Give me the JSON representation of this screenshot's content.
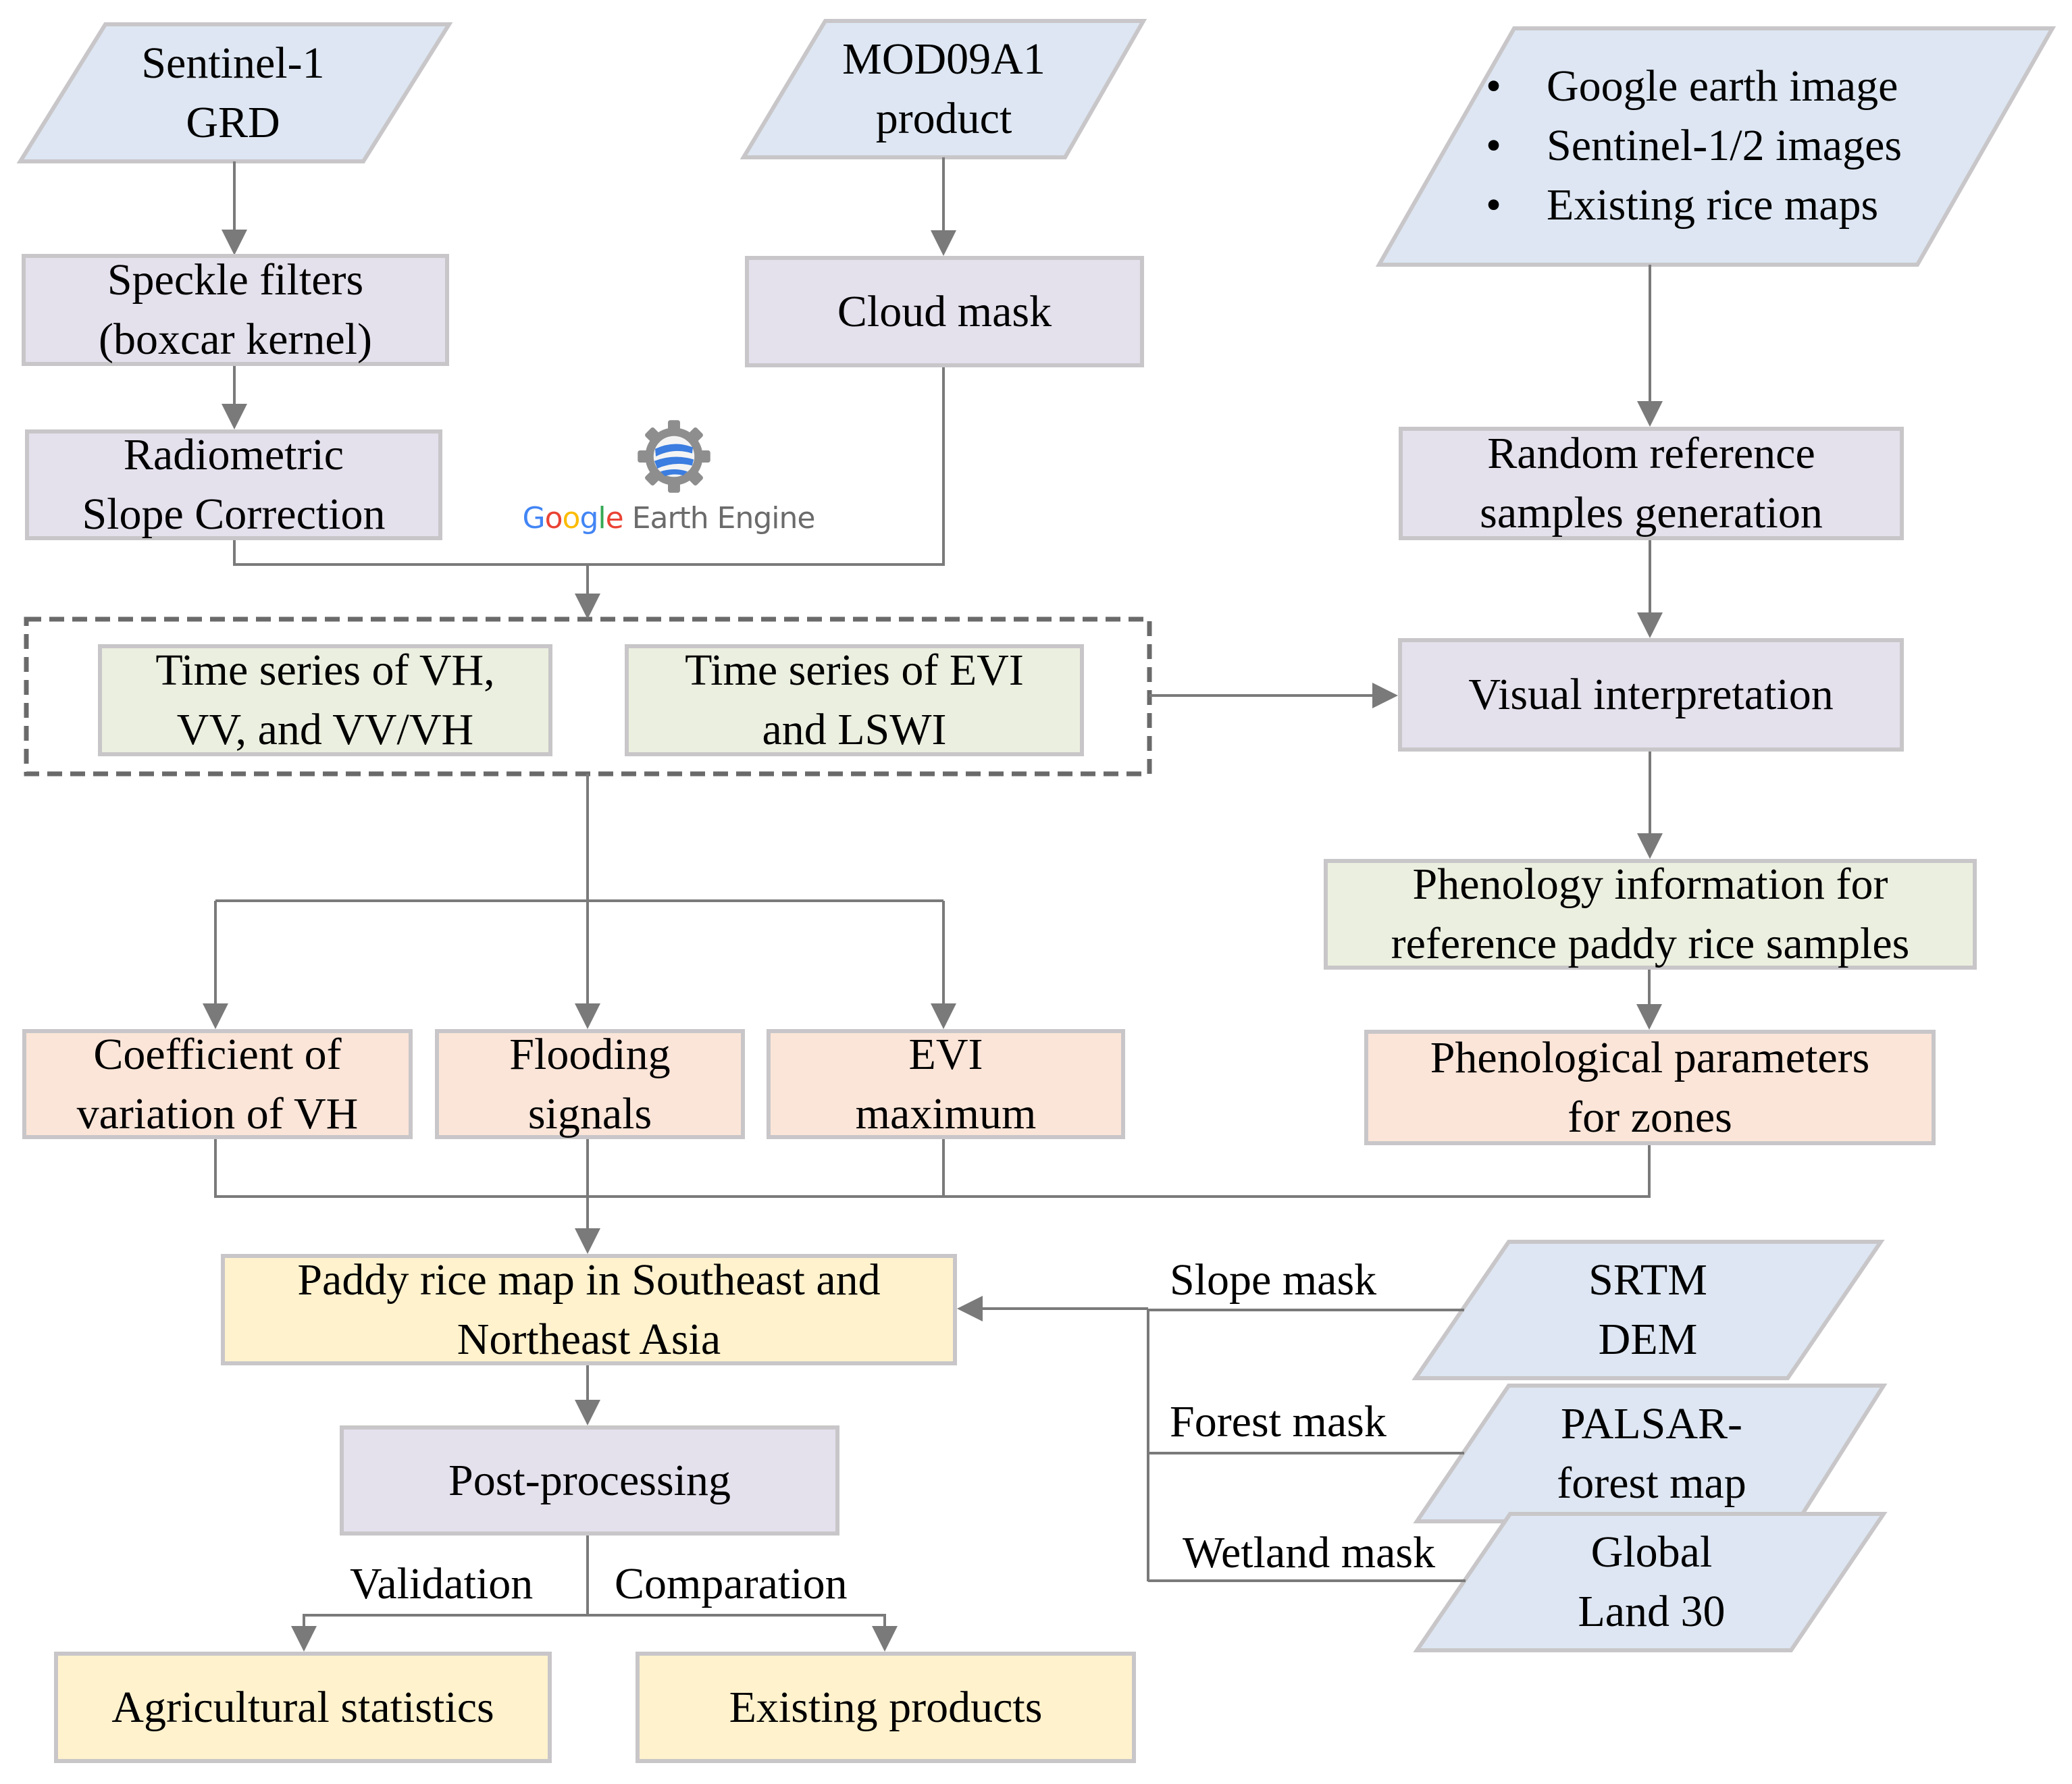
{
  "diagram": {
    "type": "flowchart",
    "title": "Paddy rice mapping workflow"
  },
  "colors": {
    "input_fill": "#dde6f2",
    "process_fill": "#e4e0ec",
    "timeseries_fill": "#ebefdf",
    "feature_fill": "#fbe5d8",
    "output_fill": "#fff2cd",
    "border": "#c8c6c8",
    "connector": "#7a7a7a",
    "dashed_group": "#6a6a6a"
  },
  "inputs": {
    "sentinel1": "Sentinel-1\nGRD",
    "mod09a1": "MOD09A1\nproduct",
    "reference_sources": [
      "Google earth image",
      "Sentinel-1/2 images",
      "Existing rice maps"
    ],
    "bullet": "•",
    "srtm": "SRTM\nDEM",
    "palsar": "PALSAR-\nforest map",
    "globeland": "Global\nLand 30"
  },
  "processes": {
    "speckle": "Speckle filters\n(boxcar kernel)",
    "radiometric": "Radiometric\nSlope Correction",
    "cloud_mask": "Cloud mask",
    "random_ref": "Random reference\nsamples generation",
    "visual": "Visual interpretation",
    "post": "Post-processing"
  },
  "platform": {
    "name_google": "Google",
    "name_rest": " Earth Engine",
    "icon": "earth-engine-gear-globe-icon"
  },
  "timeseries": {
    "sar": "Time series of VH,\nVV, and VV/VH",
    "optical": "Time series of EVI\nand LSWI",
    "phenology_info": "Phenology information for\nreference paddy rice samples"
  },
  "features": {
    "cv_vh": "Coefficient of\nvariation of VH",
    "flooding": "Flooding\nsignals",
    "evi_max": "EVI\nmaximum",
    "pheno_params": "Phenological parameters\nfor zones"
  },
  "outputs": {
    "paddy_map": "Paddy rice map in Southeast and\nNortheast Asia",
    "ag_stats": "Agricultural statistics",
    "existing_products": "Existing products"
  },
  "edge_labels": {
    "slope_mask": "Slope mask",
    "forest_mask": "Forest mask",
    "wetland_mask": "Wetland mask",
    "validation": "Validation",
    "comparation": "Comparation"
  }
}
